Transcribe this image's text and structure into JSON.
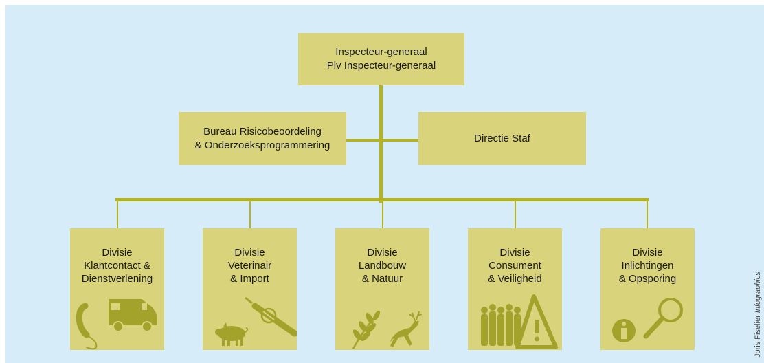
{
  "colors": {
    "background": "#d6edf9",
    "box": "#d9d37c",
    "connector": "#b5b41f",
    "icon": "#a3a22a"
  },
  "top": {
    "line1": "Inspecteur-generaal",
    "line2": "Plv Inspecteur-generaal"
  },
  "left_staff": {
    "line1": "Bureau Risicobeoordeling",
    "line2": "& Onderzoeksprogrammering"
  },
  "right_staff": {
    "line1": "Directie Staf"
  },
  "divisions": [
    {
      "lines": [
        "Divisie",
        "Klantcontact &",
        "Dienstverlening"
      ],
      "icons": [
        "phone-icon",
        "van-icon"
      ]
    },
    {
      "lines": [
        "Divisie",
        "Veterinair",
        "& Import"
      ],
      "icons": [
        "pig-icon",
        "syringe-icon"
      ]
    },
    {
      "lines": [
        "Divisie",
        "Landbouw",
        "& Natuur"
      ],
      "icons": [
        "wheat-icon",
        "deer-icon"
      ]
    },
    {
      "lines": [
        "Divisie",
        "Consument",
        "& Veiligheid"
      ],
      "icons": [
        "people-icon",
        "warning-icon"
      ]
    },
    {
      "lines": [
        "Divisie",
        "Inlichtingen",
        "& Opsporing"
      ],
      "icons": [
        "info-icon",
        "magnifier-icon"
      ]
    }
  ],
  "credit": {
    "name": "Joris Fiselier",
    "suffix": "Infographics"
  }
}
